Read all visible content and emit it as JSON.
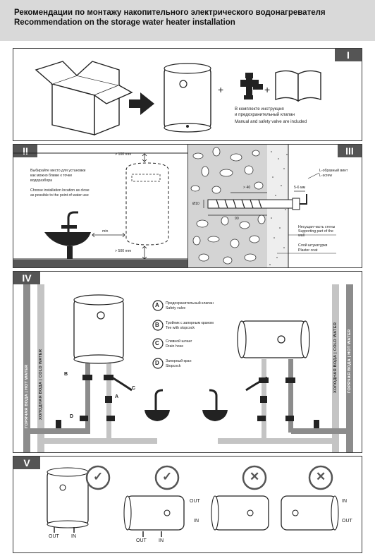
{
  "header": {
    "title_ru": "Рекомендации по монтажу накопительного электрического водонагревателя",
    "title_en": "Recommendation on the storage water heater installation"
  },
  "panel1": {
    "tag": "I",
    "plus1": "+",
    "plus2": "+",
    "kit_ru_1": "В комплекте инструкция",
    "kit_ru_2": "и предохранительный клапан",
    "kit_en": "Manual and safety valve are included"
  },
  "panel2": {
    "tag": "II",
    "ru_1": "Выбирайте место для установки",
    "ru_2": "как можно ближе к точке",
    "ru_3": "водоразбора",
    "en_1": "Choose installation location as close",
    "en_2": "as possible to the point of water use",
    "top_gap": "> 100 mm",
    "bottom_gap": "> 500 mm",
    "min": "min"
  },
  "panel3": {
    "tag": "III",
    "dim_40": "> 40",
    "dim_90": "90",
    "dim_dia": "Ø10",
    "dim_56": "5-6 мм",
    "hook_ru_1": "L-образный винт",
    "hook_ru_2": "L-screw",
    "wall_ru": "Несущая часть стены",
    "wall_en_1": "Supporting part of the",
    "wall_en_2": "wall",
    "plaster_ru": "Слой штукатурки",
    "plaster_en": "Plaster coat"
  },
  "panel4": {
    "tag": "IV",
    "legend": [
      {
        "key": "A",
        "ru": "Предохранительный клапан",
        "en": "Safety valve"
      },
      {
        "key": "B",
        "ru": "Тройник с запорным краном",
        "en": "Tee with stopcock"
      },
      {
        "key": "C",
        "ru": "Сливной шланг",
        "en": "Drain hose"
      },
      {
        "key": "D",
        "ru": "Запорный кран",
        "en": "Stopcock"
      }
    ],
    "hot_left": "ГОРЯЧАЯ ВОДА | HOT WATER",
    "cold_left": "ХОЛОДНАЯ ВОДА | COLD WATER",
    "cold_right": "ХОЛОДНАЯ ВОДА | COLD WATER",
    "hot_right": "ГОРЯЧАЯ ВОДА | HOT WATER",
    "mk_b": "B",
    "mk_c": "C",
    "mk_a": "A",
    "mk_d": "D"
  },
  "panel5": {
    "tag": "V",
    "out": "OUT",
    "in": "IN",
    "check": "✓",
    "cross": "✕"
  },
  "colors": {
    "header_bg": "#d9d9d9",
    "tag_bg": "#555555",
    "hot_pipe": "#8c8c8c",
    "cold_pipe": "#c4c4c4"
  }
}
